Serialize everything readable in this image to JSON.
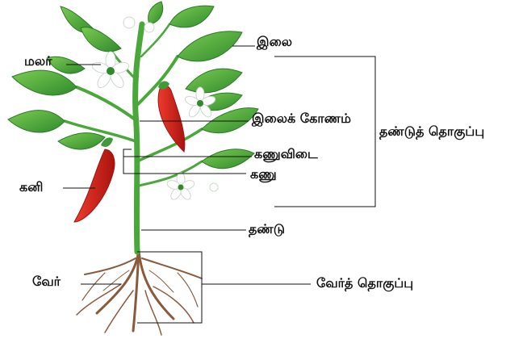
{
  "diagram": {
    "labels": {
      "leaf": "இலை",
      "flower": "மலர்",
      "axil": "இலைக் கோணம்",
      "internode": "கணுவிடை",
      "node": "கணு",
      "fruit": "கனி",
      "stem": "தண்டு",
      "shoot_system": "தண்டுத் தொகுப்பு",
      "root": "வேர்",
      "root_system": "வேர்த் தொகுப்பு"
    },
    "colors": {
      "leaf": "#3e9a3a",
      "leaf_light": "#6cc04a",
      "stem": "#4aa83a",
      "fruit": "#d8231f",
      "fruit_dark": "#9e1410",
      "root": "#8a5a3c",
      "line": "#111111",
      "flower": "#ffffff",
      "flower_center": "#2f8a2a"
    }
  }
}
